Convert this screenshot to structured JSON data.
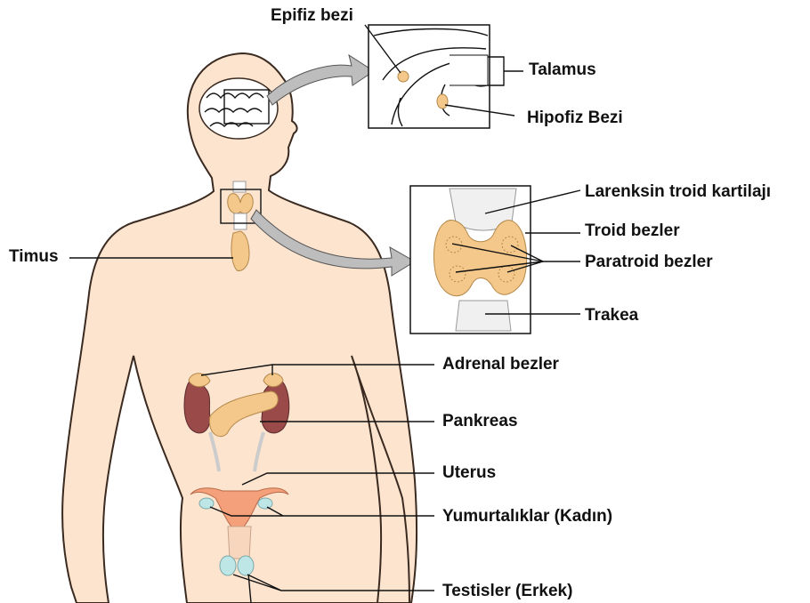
{
  "labels": {
    "pineal": "Epifiz bezi",
    "thalamus": "Talamus",
    "pituitary": "Hipofiz Bezi",
    "thymus": "Timus",
    "thyroid_cartilage": "Larenksin troid kartilajı",
    "thyroid": "Troid bezler",
    "parathyroid": "Paratroid bezler",
    "trachea": "Trakea",
    "adrenal": "Adrenal bezler",
    "pancreas": "Pankreas",
    "uterus": "Uterus",
    "ovaries": "Yumurtalıklar (Kadın)",
    "testes": "Testisler (Erkek)"
  },
  "colors": {
    "skin": "#fde4cf",
    "outline": "#3a2a20",
    "gland": "#f4c88a",
    "kidney": "#9b4a4a",
    "uterus": "#f4a07a",
    "ovary": "#bfe6e6",
    "arrow": "#bdbdbd"
  }
}
